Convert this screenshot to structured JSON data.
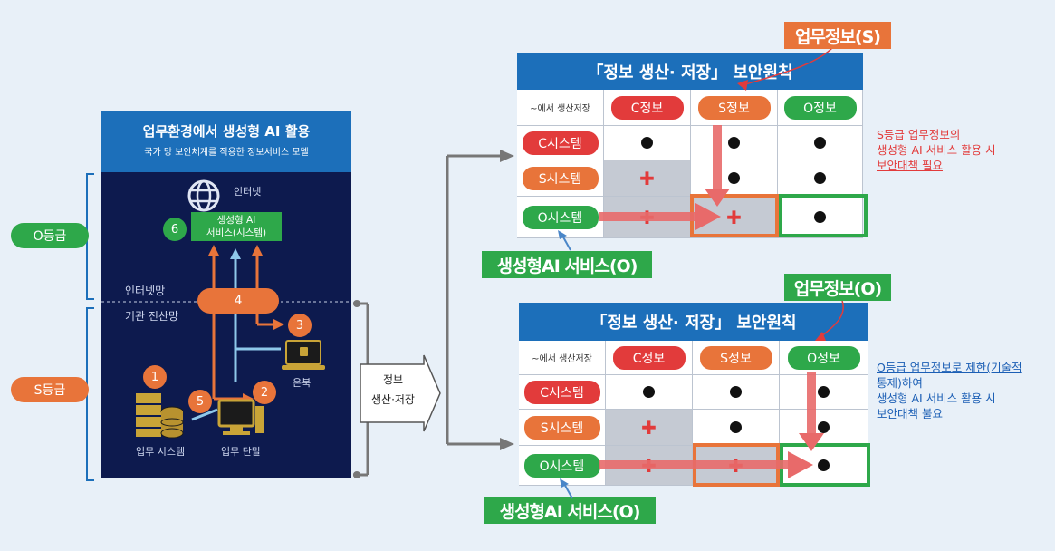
{
  "grade_labels": {
    "o_grade": "O등급",
    "s_grade": "S등급"
  },
  "left_panel": {
    "title": "업무환경에서 생성형 AI 활용",
    "subtitle": "국가 망 보안체계를 적용한 정보서비스 모델",
    "internet_label": "인터넷",
    "ai_service_label_line1": "생성형 AI",
    "ai_service_label_line2": "서비스(시스템)",
    "internet_net_label": "인터넷망",
    "agency_net_label": "기관 전산망",
    "work_system_label": "업무 시스템",
    "work_terminal_label": "업무 단말",
    "onbook_label": "온북",
    "numbers": [
      "1",
      "2",
      "3",
      "4",
      "5",
      "6"
    ]
  },
  "center_arrow": {
    "line1": "정보",
    "line2": "생산·저장"
  },
  "table_top": {
    "title": "「정보 생산·  저장」 보안원칙",
    "corner_label": "~에서 생산저장",
    "columns": [
      "C정보",
      "S정보",
      "O정보"
    ],
    "rows": [
      "C시스템",
      "S시스템",
      "O시스템"
    ],
    "callout_label": "업무정보(S)",
    "service_label": "생성형AI 서비스(O)",
    "note_line1": "S등급 업무정보의",
    "note_line2": "생성형 AI 서비스 활용 시",
    "note_line3": "보안대책 필요",
    "note_color": "#e23b3b"
  },
  "table_bottom": {
    "title": "「정보 생산·  저장」 보안원칙",
    "corner_label": "~에서 생산저장",
    "columns": [
      "C정보",
      "S정보",
      "O정보"
    ],
    "rows": [
      "C시스템",
      "S시스템",
      "O시스템"
    ],
    "callout_label": "업무정보(O)",
    "service_label": "생성형AI 서비스(O)",
    "note_line1": "O등급 업무정보로 제한(기술적",
    "note_line2": "통제)하여",
    "note_line3": "생성형 AI 서비스 활용 시",
    "note_line4": "보안대책  불요",
    "note_color": "#1c5fb5"
  },
  "colors": {
    "green": "#2ea84a",
    "orange": "#e8743a",
    "red": "#e23b3b",
    "blue": "#1c6fba",
    "navy": "#0d1a4e"
  }
}
